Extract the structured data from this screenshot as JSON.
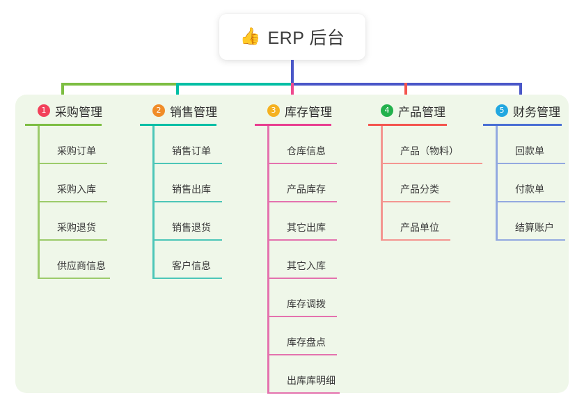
{
  "root": {
    "icon": "thumbs-up-icon",
    "icon_glyph": "👍",
    "title": "ERP 后台"
  },
  "panel": {
    "background_color": "#eff7e9"
  },
  "connector_colors": {
    "root_stem": "#4a57c8",
    "bus_left": "#7dbe43",
    "bus_mid": "#00bfa5",
    "bus_right": "#4a57c8",
    "drop_1": "#7dbe43",
    "drop_2": "#00bfa5",
    "drop_3": "#ef4a8f",
    "drop_4": "#f4554f",
    "drop_5": "#4a57c8"
  },
  "columns": [
    {
      "number": "1",
      "title": "采购管理",
      "badge_color": "#f2415a",
      "line_color": "#7dbe43",
      "leaf_color": "#9ccb6b",
      "items": [
        "采购订单",
        "采购入库",
        "采购退货",
        "供应商信息"
      ]
    },
    {
      "number": "2",
      "title": "销售管理",
      "badge_color": "#f08c28",
      "line_color": "#00bfa5",
      "leaf_color": "#4cc6b8",
      "items": [
        "销售订单",
        "销售出库",
        "销售退货",
        "客户信息"
      ]
    },
    {
      "number": "3",
      "title": "库存管理",
      "badge_color": "#f5b120",
      "line_color": "#e83f90",
      "leaf_color": "#e472ae",
      "items": [
        "仓库信息",
        "产品库存",
        "其它出库",
        "其它入库",
        "库存调拨",
        "库存盘点",
        "出库库明细"
      ]
    },
    {
      "number": "4",
      "title": "产品管理",
      "badge_color": "#22b14c",
      "line_color": "#f4554f",
      "leaf_color": "#f49691",
      "items": [
        "产品（物料）",
        "产品分类",
        "产品单位"
      ]
    },
    {
      "number": "5",
      "title": "财务管理",
      "badge_color": "#21a7e0",
      "line_color": "#4a6fd4",
      "leaf_color": "#93a9e0",
      "items": [
        "回款单",
        "付款单",
        "结算账户"
      ]
    }
  ]
}
